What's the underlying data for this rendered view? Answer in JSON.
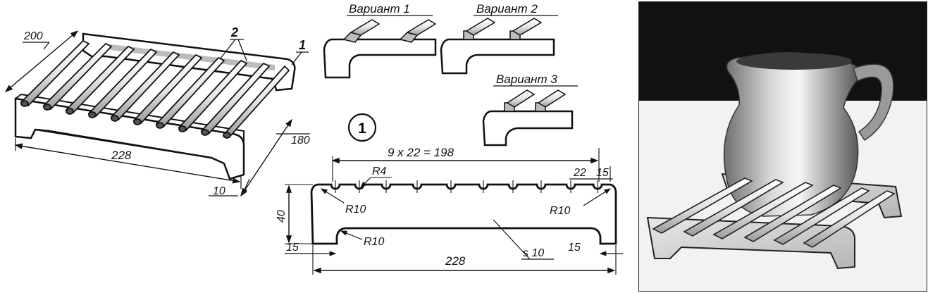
{
  "isometric": {
    "dims": {
      "length_200": "200",
      "length_228": "228",
      "width_180": "180",
      "thickness_10": "10"
    },
    "callouts": {
      "part_1": "1",
      "part_2": "2"
    }
  },
  "variants": [
    {
      "label": "Вариант 1"
    },
    {
      "label": "Вариант 2"
    },
    {
      "label": "Вариант 3"
    }
  ],
  "figure_number": "1",
  "side_view": {
    "dims": {
      "pitch": "9 x 22 = 198",
      "r4": "R4",
      "step_22": "22",
      "end_15_top": "15",
      "r10_left": "R10",
      "r10_right": "R10",
      "r10_bottom": "R10",
      "height_40": "40",
      "left_15": "15",
      "right_15": "15",
      "thickness": "s 10",
      "length_228": "228"
    }
  },
  "photo": {
    "subject": "jug-on-trivet-photo"
  }
}
